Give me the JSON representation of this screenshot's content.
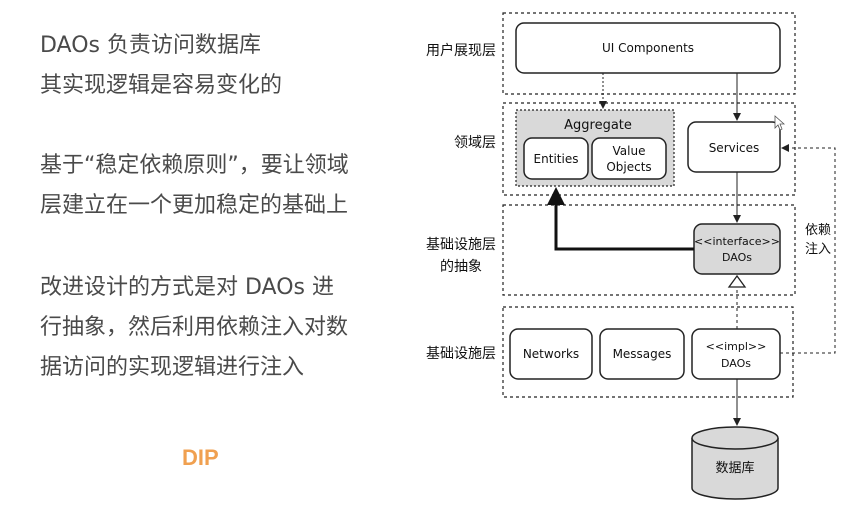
{
  "left_panel": {
    "para1_line1": "DAOs 负责访问数据库",
    "para1_line2": "其实现逻辑是容易变化的",
    "para2_line1": "基于“稳定依赖原则”，要让领域",
    "para2_line2": "层建立在一个更加稳定的基础上",
    "para3_line1": "改进设计的方式是对 DAOs 进",
    "para3_line2": "行抽象，然后利用依赖注入对数",
    "para3_line3": "据访问的实现逻辑进行注入",
    "dip_label": "DIP",
    "dip_color": "#f0a050"
  },
  "diagram": {
    "layers": {
      "ui": "用户展现层",
      "domain": "领域层",
      "infra_abstract_1": "基础设施层",
      "infra_abstract_2": "的抽象",
      "infra": "基础设施层"
    },
    "boxes": {
      "ui_components": "UI Components",
      "aggregate": "Aggregate",
      "entities": "Entities",
      "value_objects_1": "Value",
      "value_objects_2": "Objects",
      "services": "Services",
      "interface_daos_1": "<<interface>>",
      "interface_daos_2": "DAOs",
      "networks": "Networks",
      "messages": "Messages",
      "impl_daos_1": "<<impl>>",
      "impl_daos_2": "DAOs",
      "database": "数据库"
    },
    "dependency_injection_1": "依赖",
    "dependency_injection_2": "注入",
    "gray_fill": "#d9d9d9"
  }
}
